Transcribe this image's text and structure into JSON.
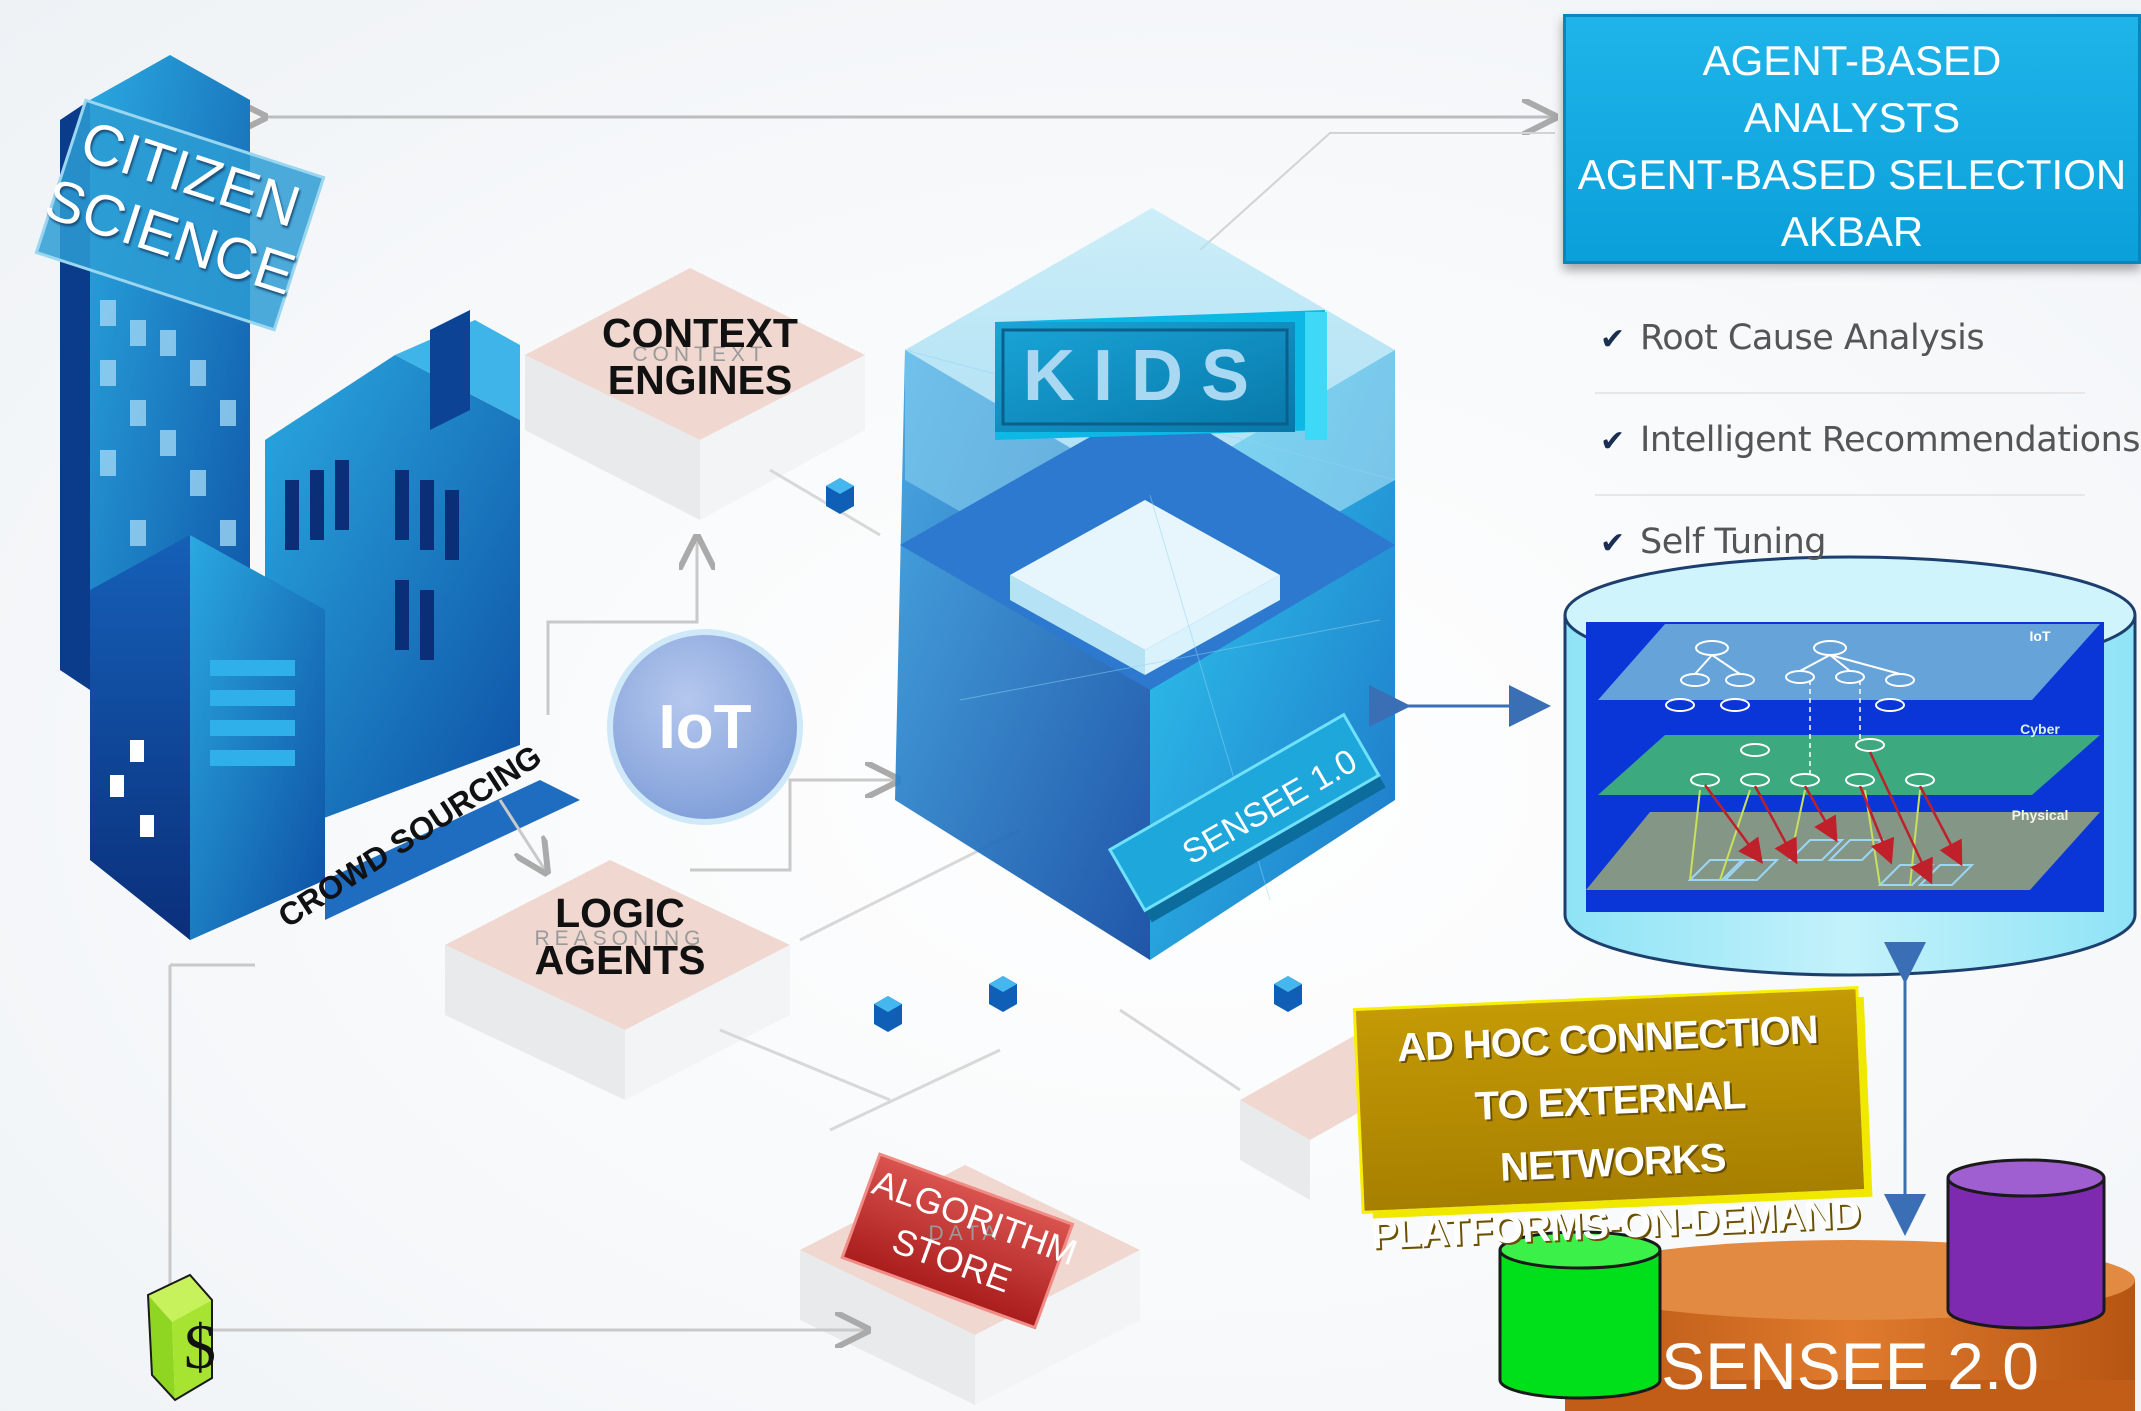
{
  "labels": {
    "citizen_science_1": "CITIZEN",
    "citizen_science_2": "SCIENCE",
    "context_engines_1": "CONTEXT",
    "context_engines_2": "ENGINES",
    "context_ghost": "CONTEXT",
    "logic_agents_1": "LOGIC",
    "logic_agents_2": "AGENTS",
    "reasoning_ghost": "REASONING",
    "iot": "IoT",
    "kids": "KIDS",
    "sensee1": "SENSEE 1.0",
    "crowd_sourcing": "CROWD SOURCING",
    "algorithm_store_1": "ALGORITHM",
    "algorithm_store_2": "STORE",
    "data_ghost": "DATA",
    "dollar": "$",
    "sensee2": "SENSEE 2.0"
  },
  "agent_box": {
    "lines": [
      "AGENT-BASED",
      "ANALYSTS",
      "AGENT-BASED SELECTION",
      "AKBAR"
    ],
    "color": "#0aa6dd"
  },
  "checklist": [
    "Root Cause Analysis",
    "Intelligent Recommendations",
    "Self Tuning"
  ],
  "layers": {
    "iot": "IoT",
    "cyber": "Cyber",
    "physical": "Physical"
  },
  "adhoc_box": {
    "lines": [
      "AD HOC CONNECTION",
      "TO EXTERNAL NETWORKS",
      "PLATFORMS-ON-DEMAND"
    ],
    "color": "#b08a00"
  },
  "icons": {
    "check": "checkmark-icon",
    "dollar": "dollar-cube-icon"
  }
}
